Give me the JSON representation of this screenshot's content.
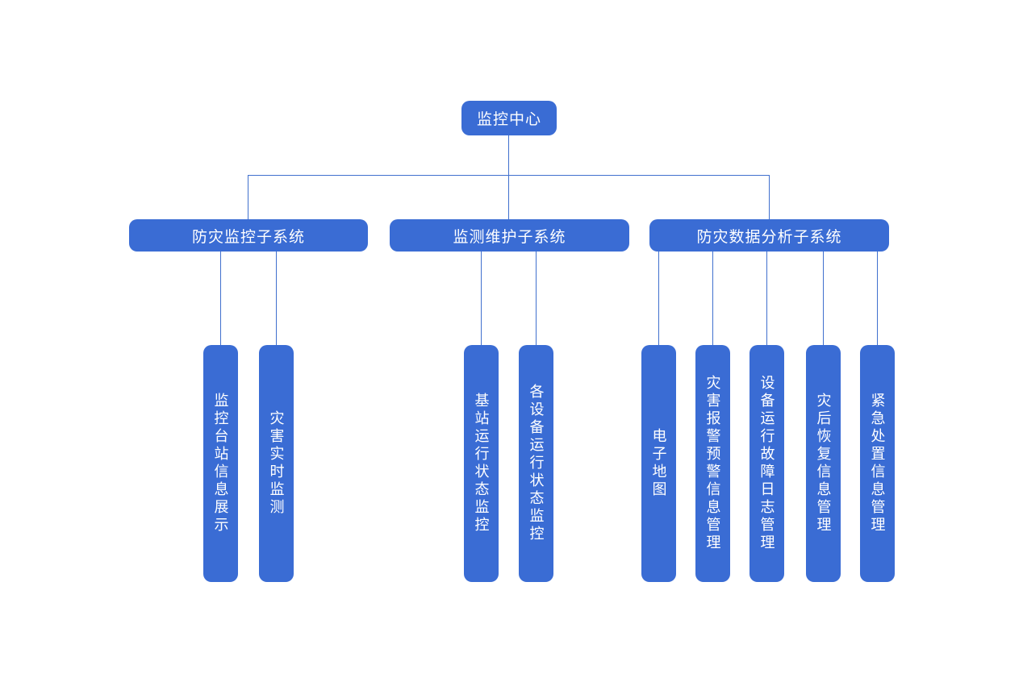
{
  "diagram": {
    "type": "org-chart",
    "colors": {
      "node_fill": "#3A6CD4",
      "node_text": "#FFFFFF",
      "connector": "#4070CE",
      "background": "#FFFFFF"
    },
    "root": {
      "label": "监控中心"
    },
    "subsystems": [
      {
        "label": "防灾监控子系统",
        "children": [
          {
            "label": "监控台站信息展示"
          },
          {
            "label": "灾害实时监测"
          }
        ]
      },
      {
        "label": "监测维护子系统",
        "children": [
          {
            "label": "基站运行状态监控"
          },
          {
            "label": "各设备运行状态监控"
          }
        ]
      },
      {
        "label": "防灾数据分析子系统",
        "children": [
          {
            "label": "电子地图"
          },
          {
            "label": "灾害报警预警信息管理"
          },
          {
            "label": "设备运行故障日志管理"
          },
          {
            "label": "灾后恢复信息管理"
          },
          {
            "label": "紧急处置信息管理"
          }
        ]
      }
    ]
  }
}
